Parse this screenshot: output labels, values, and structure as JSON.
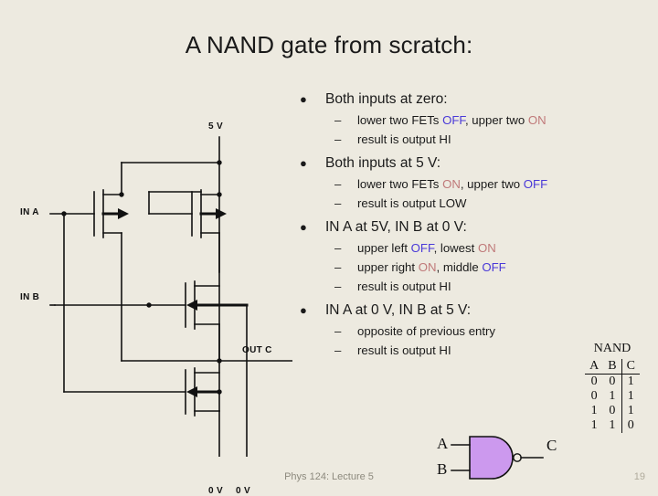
{
  "slide": {
    "title": "A NAND gate from scratch:",
    "footer": "Phys 124: Lecture 5",
    "page_number": "19"
  },
  "colors": {
    "background": "#edeae0",
    "off_text": "#4a3ad8",
    "on_text": "#c07a7a",
    "gate_fill": "#cc99ee",
    "wire": "#111111",
    "footer_text": "#8d8a7e"
  },
  "bullets": [
    {
      "text": "Both inputs at zero:",
      "sub": [
        {
          "pre": "lower two FETs ",
          "s1": "OFF",
          "s1c": "off",
          "mid": ", upper two ",
          "s2": "ON",
          "s2c": "on",
          "post": ""
        },
        {
          "pre": "result is output HI",
          "s1": "",
          "s1c": "",
          "mid": "",
          "s2": "",
          "s2c": "",
          "post": ""
        }
      ]
    },
    {
      "text": "Both inputs at 5 V:",
      "sub": [
        {
          "pre": "lower two FETs ",
          "s1": "ON",
          "s1c": "on",
          "mid": ", upper two ",
          "s2": "OFF",
          "s2c": "off",
          "post": ""
        },
        {
          "pre": "result is output LOW",
          "s1": "",
          "s1c": "",
          "mid": "",
          "s2": "",
          "s2c": "",
          "post": ""
        }
      ]
    },
    {
      "text": "IN A at 5V, IN B at 0 V:",
      "sub": [
        {
          "pre": "upper left ",
          "s1": "OFF",
          "s1c": "off",
          "mid": ", lowest ",
          "s2": "ON",
          "s2c": "on",
          "post": ""
        },
        {
          "pre": "upper right ",
          "s1": "ON",
          "s1c": "on",
          "mid": ", middle ",
          "s2": "OFF",
          "s2c": "off",
          "post": ""
        },
        {
          "pre": "result is output HI",
          "s1": "",
          "s1c": "",
          "mid": "",
          "s2": "",
          "s2c": "",
          "post": ""
        }
      ]
    },
    {
      "text": "IN A at 0 V, IN B at 5 V:",
      "sub": [
        {
          "pre": "opposite of previous entry",
          "s1": "",
          "s1c": "",
          "mid": "",
          "s2": "",
          "s2c": "",
          "post": ""
        },
        {
          "pre": "result is output HI",
          "s1": "",
          "s1c": "",
          "mid": "",
          "s2": "",
          "s2c": "",
          "post": ""
        }
      ]
    }
  ],
  "circuit": {
    "labels": {
      "supply": "5 V",
      "in_a": "IN A",
      "in_b": "IN B",
      "out_c": "OUT C",
      "gnd_left": "0 V",
      "gnd_right": "0 V"
    }
  },
  "truth_table": {
    "title": "NAND",
    "headers": [
      "A",
      "B",
      "C"
    ],
    "rows": [
      [
        "0",
        "0",
        "1"
      ],
      [
        "0",
        "1",
        "1"
      ],
      [
        "1",
        "0",
        "1"
      ],
      [
        "1",
        "1",
        "0"
      ]
    ]
  },
  "nand_symbol": {
    "input_a": "A",
    "input_b": "B",
    "output_c": "C"
  }
}
